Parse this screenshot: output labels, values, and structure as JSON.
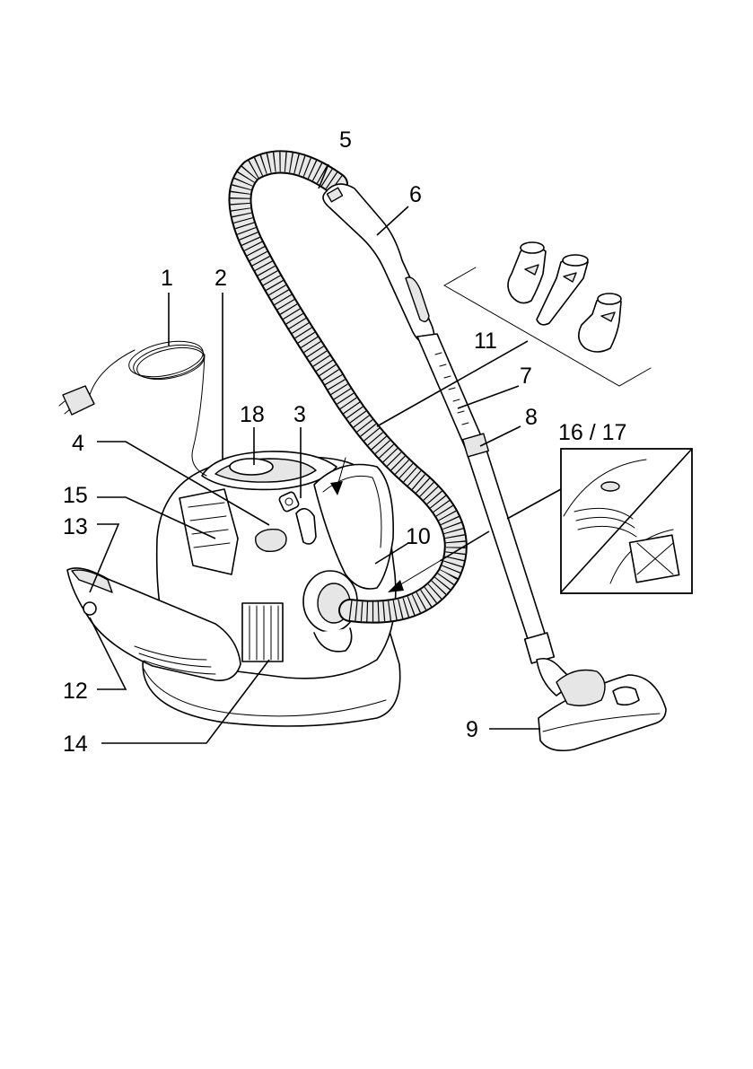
{
  "callouts": [
    {
      "id": "1",
      "label": "1"
    },
    {
      "id": "2",
      "label": "2"
    },
    {
      "id": "3",
      "label": "3"
    },
    {
      "id": "4",
      "label": "4"
    },
    {
      "id": "5",
      "label": "5"
    },
    {
      "id": "6",
      "label": "6"
    },
    {
      "id": "7",
      "label": "7"
    },
    {
      "id": "8",
      "label": "8"
    },
    {
      "id": "9",
      "label": "9"
    },
    {
      "id": "10",
      "label": "10"
    },
    {
      "id": "11",
      "label": "11"
    },
    {
      "id": "12",
      "label": "12"
    },
    {
      "id": "13",
      "label": "13"
    },
    {
      "id": "14",
      "label": "14"
    },
    {
      "id": "15",
      "label": "15"
    },
    {
      "id": "16_17",
      "label": "16 / 17"
    },
    {
      "id": "18",
      "label": "18"
    }
  ],
  "illustration": {
    "subject": "vacuum-cleaner",
    "parts": [
      "power-cord",
      "hose",
      "handle",
      "telescopic-tube",
      "floor-nozzle",
      "accessory-nozzles",
      "filter-detail-inset",
      "dust-container",
      "body"
    ]
  }
}
